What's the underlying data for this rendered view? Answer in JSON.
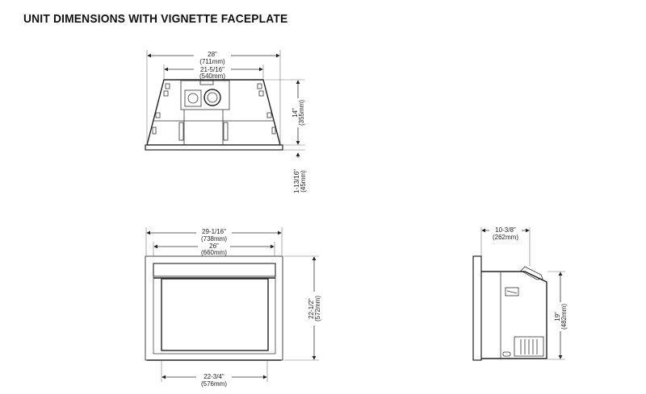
{
  "title": "UNIT DIMENSIONS WITH VIGNETTE FACEPLATE",
  "top_view": {
    "overall_width": {
      "in": "28\"",
      "mm": "(711mm)"
    },
    "inner_width": {
      "in": "21-5/16\"",
      "mm": "(540mm)"
    },
    "depth": {
      "in": "14\"",
      "mm": "(355mm)"
    },
    "faceplate_depth": {
      "in": "1-13/16\"",
      "mm": "(45mm)"
    }
  },
  "front_view": {
    "overall_width": {
      "in": "29-1/16\"",
      "mm": "(738mm)"
    },
    "inner_width": {
      "in": "26\"",
      "mm": "(660mm)"
    },
    "height": {
      "in": "22-1/2\"",
      "mm": "(572mm)"
    },
    "base_width": {
      "in": "22-3/4\"",
      "mm": "(576mm)"
    }
  },
  "side_view": {
    "depth": {
      "in": "10-3/8\"",
      "mm": "(262mm)"
    },
    "height": {
      "in": "19\"",
      "mm": "(482mm)"
    }
  }
}
